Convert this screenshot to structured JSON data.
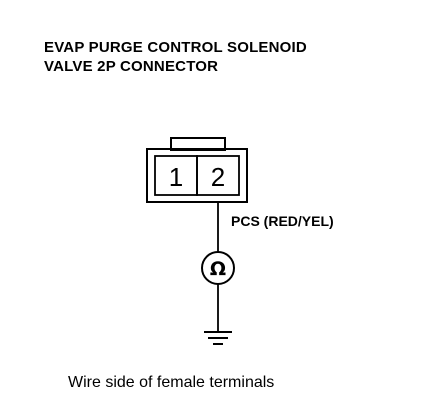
{
  "title": {
    "line1": "EVAP PURGE CONTROL SOLENOID",
    "line2": "VALVE 2P CONNECTOR"
  },
  "connector": {
    "pins": [
      "1",
      "2"
    ]
  },
  "wire_label": "PCS (RED/YEL)",
  "meter_symbol": "Ω",
  "caption": "Wire side of female terminals",
  "icons": {
    "meter": "ohmmeter-icon",
    "ground": "ground-icon"
  }
}
